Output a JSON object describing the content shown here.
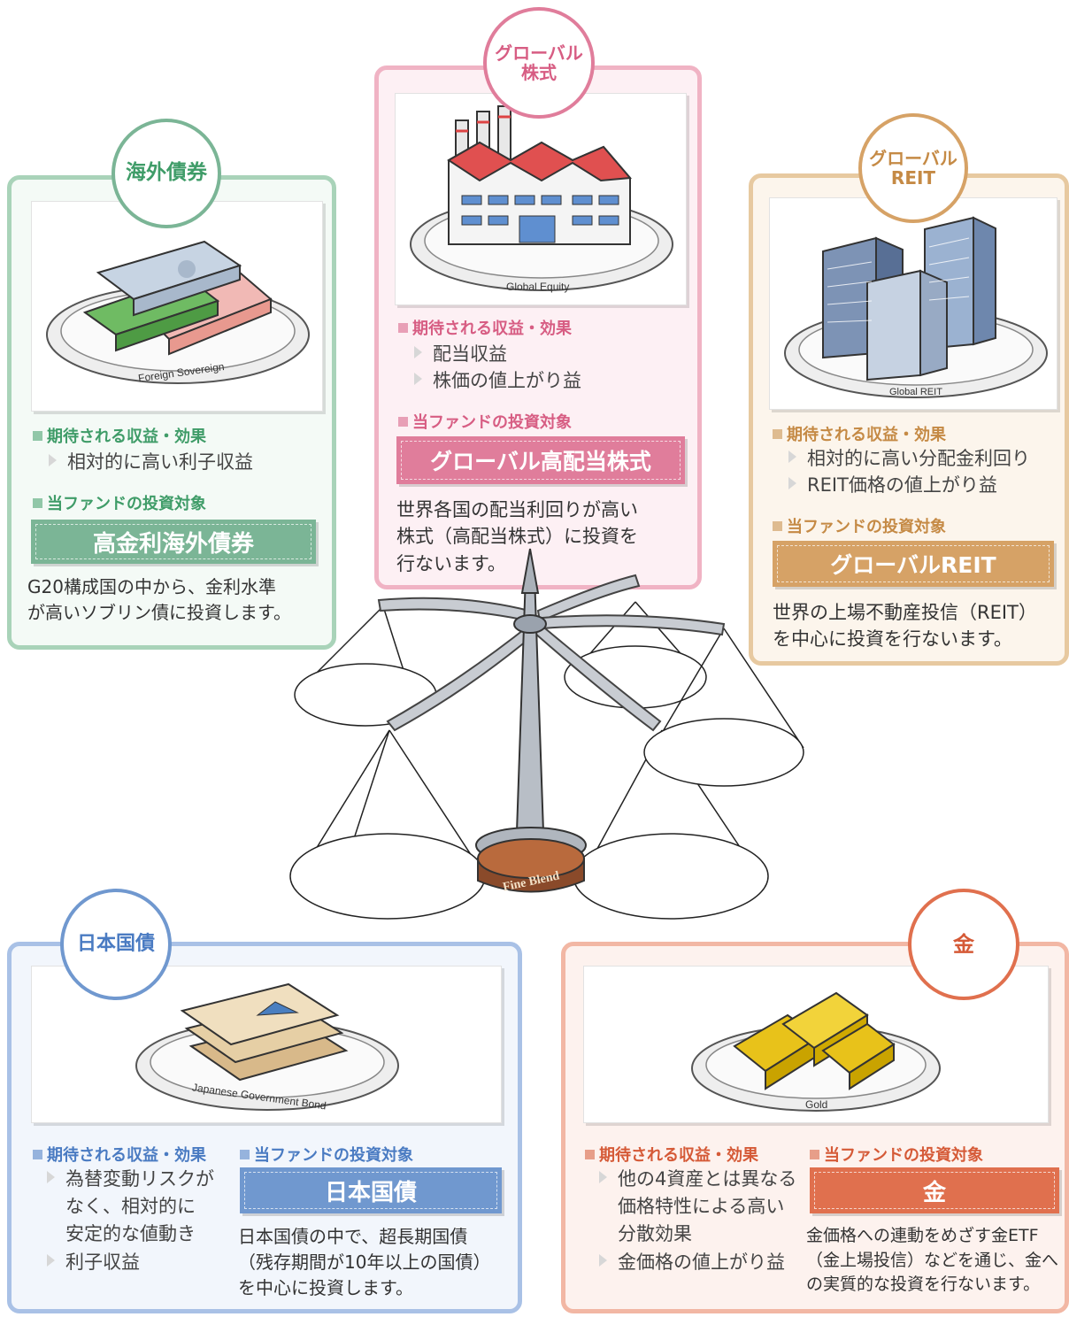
{
  "labels": {
    "expected": "期待される収益・効果",
    "target": "当ファンドの投資対象"
  },
  "center": {
    "base_label": "Fine Blend"
  },
  "cards": {
    "foreign_bond": {
      "badge": "海外債券",
      "plate_label": "Foreign Sovereign",
      "bullets": [
        "相対的に高い利子収益"
      ],
      "banner": "高金利海外債券",
      "desc": "G20構成国の中から、金利水準\nが高いソブリン債に投資します。",
      "color": "#7bb596"
    },
    "global_equity": {
      "badge_line1": "グローバル",
      "badge_line2": "株式",
      "plate_label": "Global Equity",
      "bullets": [
        "配当収益",
        "株価の値上がり益"
      ],
      "banner": "グローバル高配当株式",
      "desc": "世界各国の配当利回りが高い\n株式（高配当株式）に投資を\n行ないます。",
      "color": "#e07d9b"
    },
    "global_reit": {
      "badge_line1": "グローバル",
      "badge_line2": "REIT",
      "plate_label": "Global REIT",
      "bullets": [
        "相対的に高い分配金利回り",
        "REIT価格の値上がり益"
      ],
      "banner": "グローバルREIT",
      "desc": "世界の上場不動産投信（REIT）\nを中心に投資を行ないます。",
      "color": "#d6a266"
    },
    "jgb": {
      "badge": "日本国債",
      "plate_label": "Japanese Government Bond",
      "bullets": [
        "為替変動リスクが",
        "なく、相対的に",
        "安定的な値動き",
        "利子収益"
      ],
      "banner": "日本国債",
      "desc": "日本国債の中で、超長期国債\n（残存期間が10年以上の国債）\nを中心に投資します。",
      "color": "#7098cf"
    },
    "gold": {
      "badge": "金",
      "plate_label": "Gold",
      "bullets": [
        "他の4資産とは異なる",
        "価格特性による高い",
        "分散効果",
        "金価格の値上がり益"
      ],
      "banner": "金",
      "desc": "金価格への連動をめざす金ETF\n（金上場投信）などを通じ、金へ\nの実質的な投資を行ないます。",
      "color": "#e0704e"
    }
  }
}
